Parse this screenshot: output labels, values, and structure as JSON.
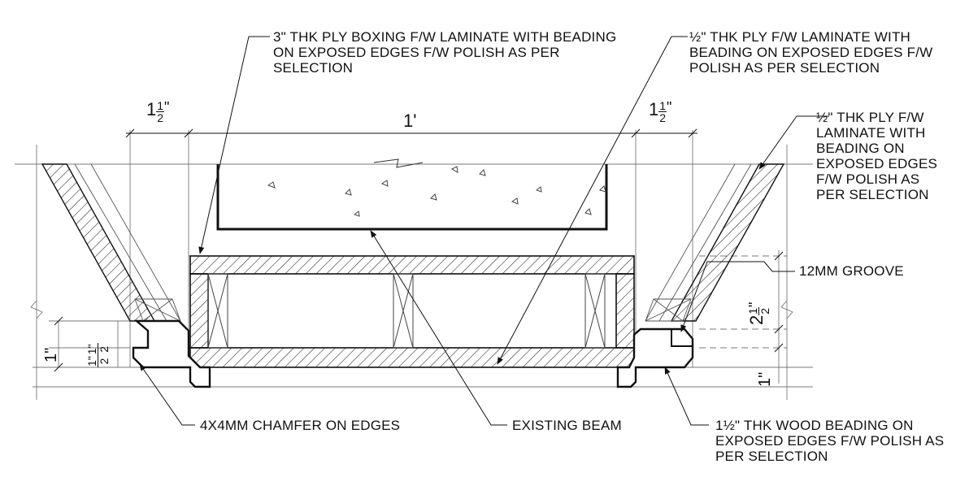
{
  "diagram": {
    "callouts": {
      "ply_boxing": "3\" THK PLY BOXING F/W LAMINATE WITH BEADING ON EXPOSED EDGES F/W POLISH AS PER SELECTION",
      "half_ply_top": "½\" THK PLY F/W LAMINATE WITH BEADING ON EXPOSED EDGES F/W POLISH AS PER SELECTION",
      "half_ply_side": "½\" THK PLY F/W LAMINATE WITH BEADING ON EXPOSED EDGES F/W POLISH AS PER SELECTION",
      "groove": "12MM GROOVE",
      "chamfer": "4X4MM CHAMFER ON EDGES",
      "beam": "EXISTING BEAM",
      "wood_beading": "1½\" THK WOOD BEADING ON EXPOSED EDGES F/W POLISH AS PER SELECTION"
    },
    "dimensions": {
      "left_top": {
        "whole": "1",
        "num": "1",
        "den": "2",
        "unit": "\""
      },
      "center_top": "1'",
      "right_top": {
        "whole": "1",
        "num": "1",
        "den": "2",
        "unit": "\""
      },
      "right_upper": {
        "whole": "2",
        "num": "1",
        "den": "2",
        "unit": "\""
      },
      "right_lower": "1\"",
      "left_outer": "1\"",
      "left_inner": {
        "whole": "",
        "num": "1\"",
        "den": "2",
        "unit": ""
      },
      "left_inner_b": {
        "whole": "",
        "num": "1\"",
        "den": "2",
        "unit": ""
      }
    }
  }
}
